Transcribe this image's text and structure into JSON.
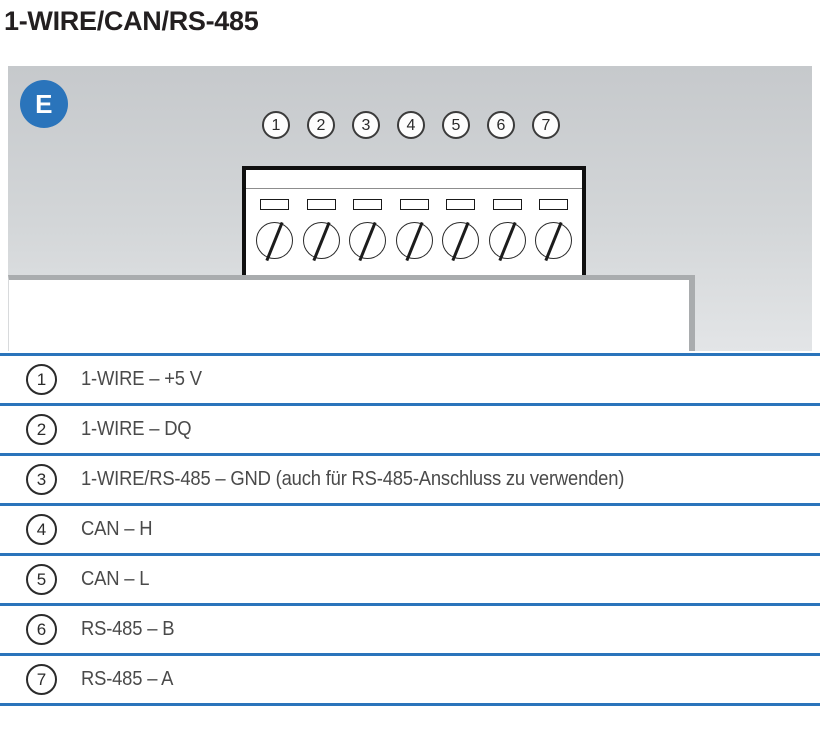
{
  "page": {
    "title": "1-WIRE/CAN/RS-485"
  },
  "illustration": {
    "badge_label": "E",
    "badge_color": "#2a74bb",
    "panel_top_color": "#c6c9cc",
    "panel_bottom_color": "#e3e5e7",
    "callouts": [
      {
        "label": "1"
      },
      {
        "label": "2"
      },
      {
        "label": "3"
      },
      {
        "label": "4"
      },
      {
        "label": "5"
      },
      {
        "label": "6"
      },
      {
        "label": "7"
      }
    ],
    "terminal": {
      "slot_count": 7,
      "screw_count": 7
    }
  },
  "pin_table": {
    "accent_color": "#2a74bb",
    "rows": [
      {
        "number": "1",
        "label": "1-WIRE – +5 V"
      },
      {
        "number": "2",
        "label": "1-WIRE – DQ"
      },
      {
        "number": "3",
        "label": "1-WIRE/RS-485 – GND  (auch für RS-485-Anschluss zu verwenden)"
      },
      {
        "number": "4",
        "label": "CAN – H"
      },
      {
        "number": "5",
        "label": "CAN – L"
      },
      {
        "number": "6",
        "label": "RS-485 – B"
      },
      {
        "number": "7",
        "label": "RS-485 – A"
      }
    ]
  }
}
